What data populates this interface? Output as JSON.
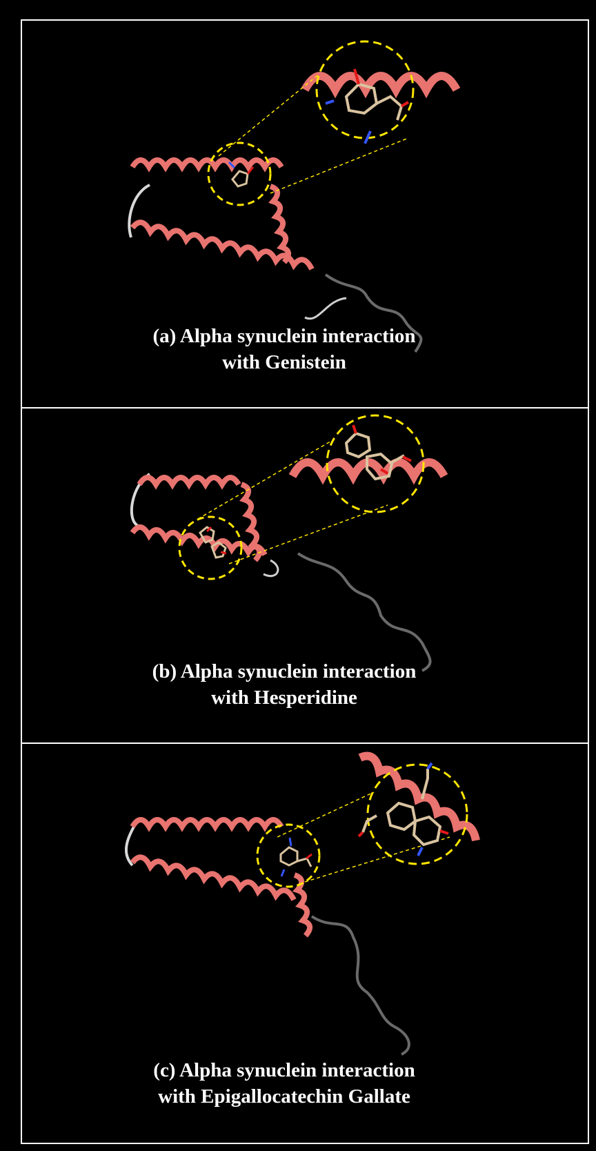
{
  "colors": {
    "background": "#000000",
    "border": "#ffffff",
    "helix": "#e8736f",
    "helix_dark": "#b54d4a",
    "coil_light": "#d8d8d8",
    "coil_dark": "#6a6a6a",
    "highlight": "#ffe600",
    "ligand_carbon": "#d9c3a0",
    "ligand_oxygen": "#e31a1a",
    "ligand_nitrogen": "#3355ff"
  },
  "panels": [
    {
      "caption_line1": "(a) Alpha synuclein interaction",
      "caption_line2": "with Genistein",
      "ligand": "Genistein"
    },
    {
      "caption_line1": "(b) Alpha synuclein interaction",
      "caption_line2": "with Hesperidine",
      "ligand": "Hesperidine"
    },
    {
      "caption_line1": "(c) Alpha synuclein interaction",
      "caption_line2": "with Epigallocatechin Gallate",
      "ligand": "Epigallocatechin Gallate"
    }
  ]
}
